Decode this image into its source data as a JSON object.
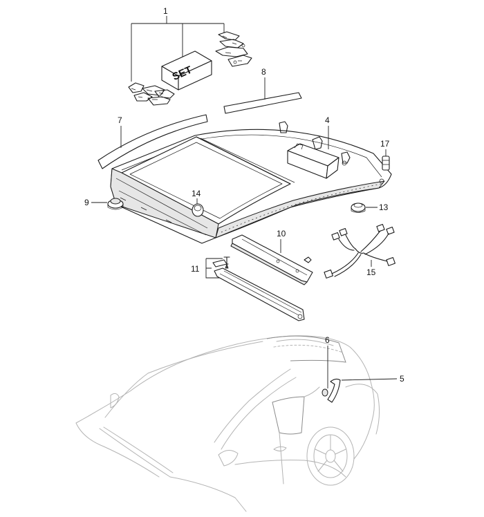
{
  "set_box_label": "SET",
  "callouts": {
    "c1": "1",
    "c4": "4",
    "c5": "5",
    "c6": "6",
    "c7": "7",
    "c8": "8",
    "c9": "9",
    "c10": "10",
    "c11": "11",
    "c13": "13",
    "c14": "14",
    "c15": "15",
    "c17": "17"
  },
  "colors": {
    "line": "#1a1a1a",
    "ghost_car": "#b3b3b3",
    "shading": "#e6e6e6"
  }
}
